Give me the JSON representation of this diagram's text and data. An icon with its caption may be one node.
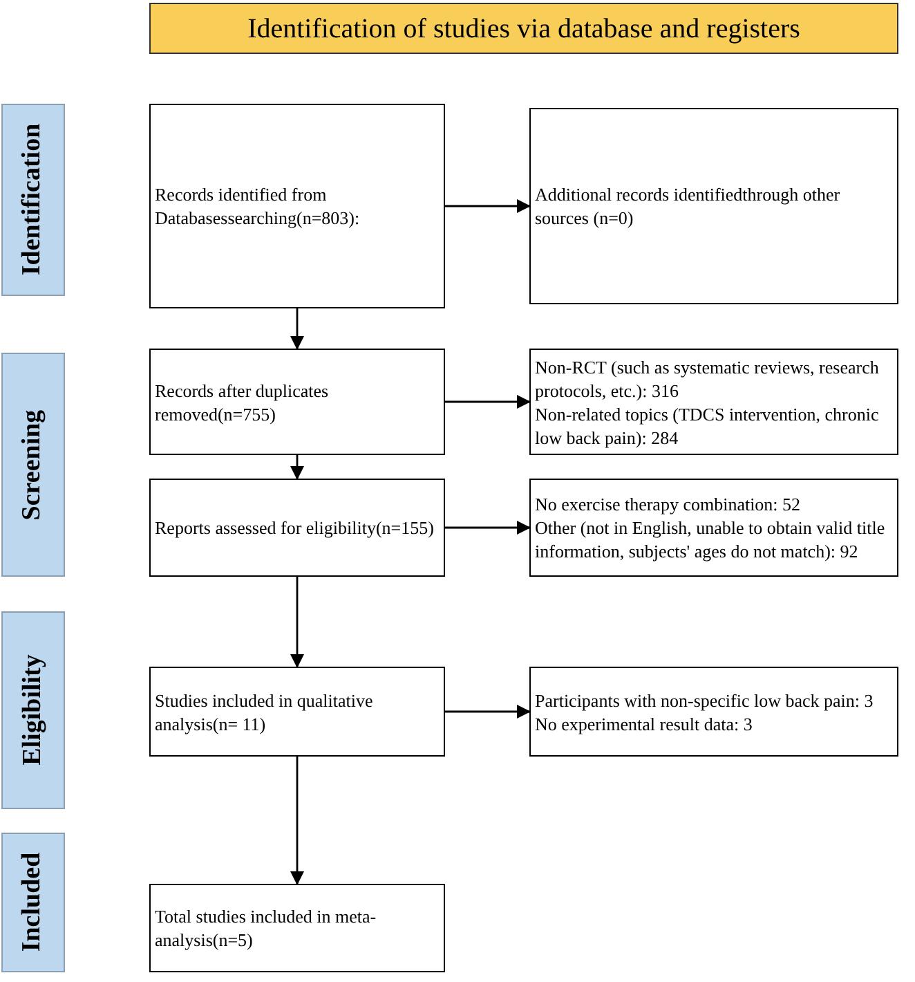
{
  "diagram": {
    "nodes": [
      {
        "text": [
          "Identification of studies via database and registers"
        ]
      },
      {
        "text": [
          "Identification"
        ]
      },
      {
        "text": [
          "Records identified from Databasessearching(n=803):"
        ]
      },
      {
        "text": [
          "Additional records identifiedthrough other sources (n=0)"
        ]
      },
      {
        "text": [
          "Screening"
        ]
      },
      {
        "text": [
          "Records after duplicates removed(n=755)"
        ]
      },
      {
        "text": [
          "Non-RCT (such as systematic reviews, research protocols, etc.): 316",
          "Non-related topics (TDCS intervention, chronic low back pain): 284"
        ]
      },
      {
        "text": [
          "Reports assessed for eligibility(n=155)"
        ]
      },
      {
        "text": [
          "No exercise therapy combination: 52",
          "Other (not in English, unable to obtain valid title information, subjects' ages do not match): 92"
        ]
      },
      {
        "text": [
          "Eligibility"
        ]
      },
      {
        "text": [
          "Studies included in qualitative analysis(n= 11)"
        ]
      },
      {
        "text": [
          "Participants with non-specific low back pain: 3",
          "No experimental result data: 3"
        ]
      },
      {
        "text": [
          "Included"
        ]
      },
      {
        "text": [
          "Total studies included in meta-analysis(n=5)"
        ]
      }
    ],
    "edges": [
      {
        "from": 2,
        "to": 3,
        "arrow": "to"
      },
      {
        "from": 2,
        "to": 5,
        "arrow": "to"
      },
      {
        "from": 5,
        "to": 6,
        "arrow": "to"
      },
      {
        "from": 5,
        "to": 7,
        "arrow": "to"
      },
      {
        "from": 7,
        "to": 8,
        "arrow": "to"
      },
      {
        "from": 7,
        "to": 10,
        "arrow": "to"
      },
      {
        "from": 10,
        "to": 11,
        "arrow": "to"
      },
      {
        "from": 10,
        "to": 13,
        "arrow": "to"
      }
    ]
  }
}
